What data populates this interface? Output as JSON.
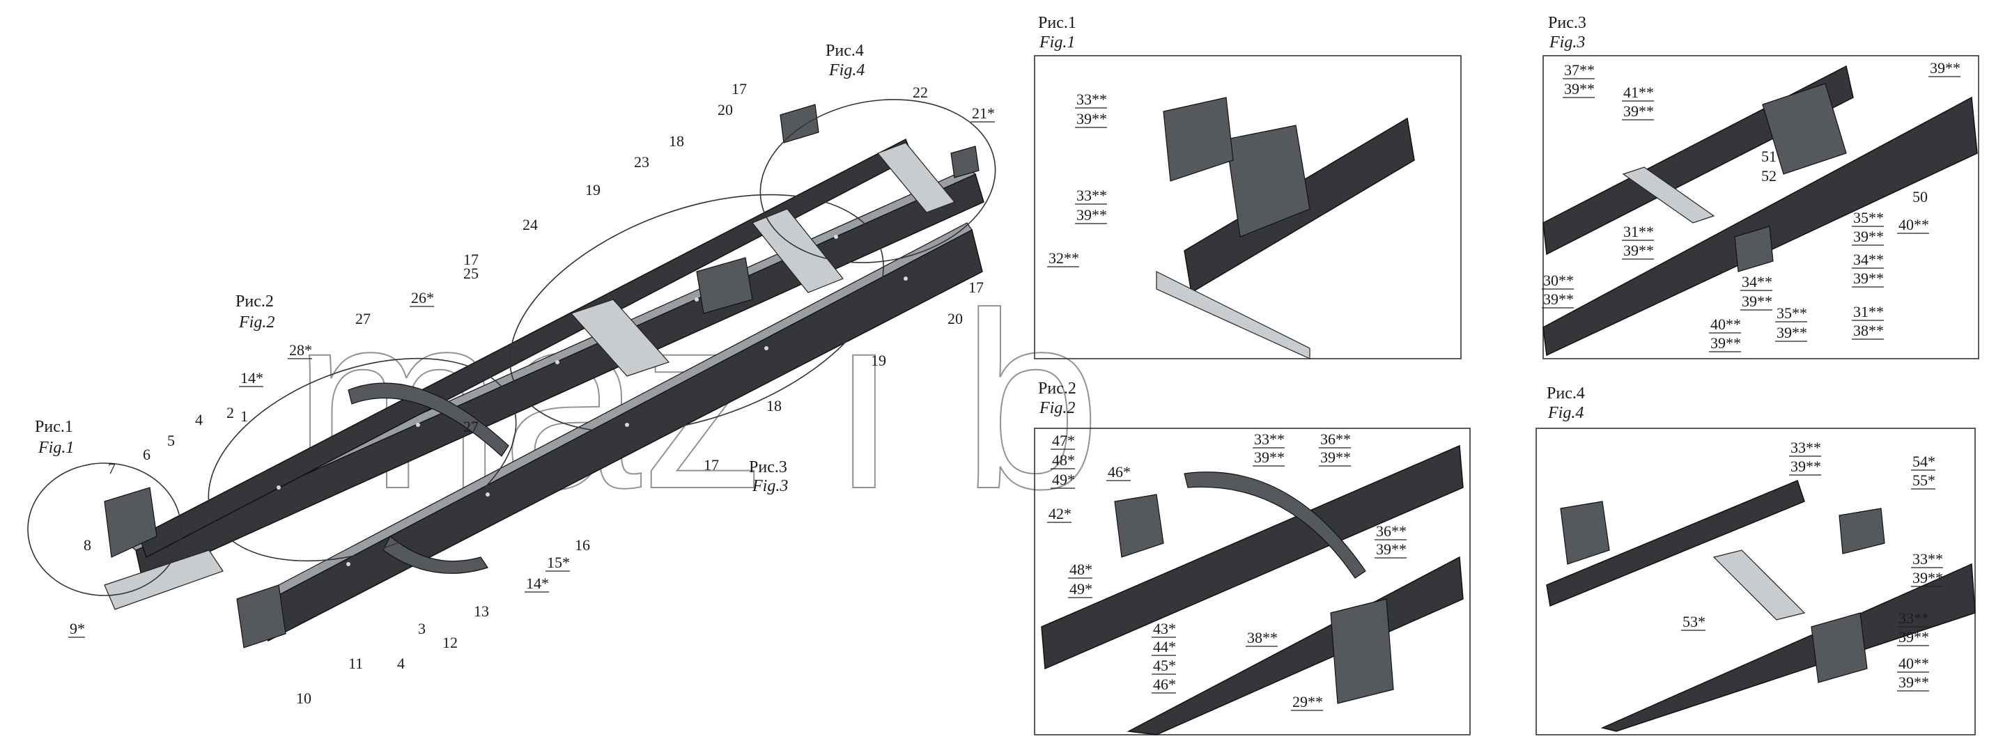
{
  "watermark": "maz i b",
  "main": {
    "captions": [
      {
        "id": "fig1",
        "ru": "Рис.1",
        "en": "Fig.1"
      },
      {
        "id": "fig2",
        "ru": "Рис.2",
        "en": "Fig.2"
      },
      {
        "id": "fig3",
        "ru": "Рис.3",
        "en": "Fig.3"
      },
      {
        "id": "fig4",
        "ru": "Рис.4",
        "en": "Fig.4"
      }
    ],
    "labels": [
      "1",
      "2",
      "3",
      "4",
      "5",
      "6",
      "7",
      "8",
      "9*",
      "10",
      "11",
      "12",
      "13",
      "14*",
      "14*",
      "15*",
      "16",
      "17",
      "17",
      "17",
      "17",
      "18",
      "18",
      "19",
      "19",
      "20",
      "20",
      "21*",
      "22",
      "23",
      "24",
      "25",
      "26*",
      "27",
      "27",
      "28*",
      "4"
    ]
  },
  "fig1": {
    "caption_ru": "Рис.1",
    "caption_en": "Fig.1",
    "labels": [
      "33**",
      "39**",
      "33**",
      "39**",
      "32**"
    ]
  },
  "fig2": {
    "caption_ru": "Рис.2",
    "caption_en": "Fig.2",
    "labels": [
      "47*",
      "48*",
      "49*",
      "46*",
      "42*",
      "33**",
      "39**",
      "36**",
      "39**",
      "36**",
      "39**",
      "48*",
      "49*",
      "43*",
      "44*",
      "45*",
      "46*",
      "38**",
      "29**"
    ]
  },
  "fig3": {
    "caption_ru": "Рис.3",
    "caption_en": "Fig.3",
    "labels": [
      "37**",
      "39**",
      "41**",
      "39**",
      "39**",
      "51",
      "52",
      "50",
      "40**",
      "35**",
      "39**",
      "34**",
      "39**",
      "31**",
      "39**",
      "30**",
      "39**",
      "34**",
      "39**",
      "35**",
      "39**",
      "40**",
      "39**",
      "31**",
      "38**"
    ]
  },
  "fig4": {
    "caption_ru": "Рис.4",
    "caption_en": "Fig.4",
    "labels": [
      "33**",
      "39**",
      "54*",
      "55*",
      "33**",
      "39**",
      "53*",
      "33**",
      "39**",
      "40**",
      "39**"
    ]
  }
}
